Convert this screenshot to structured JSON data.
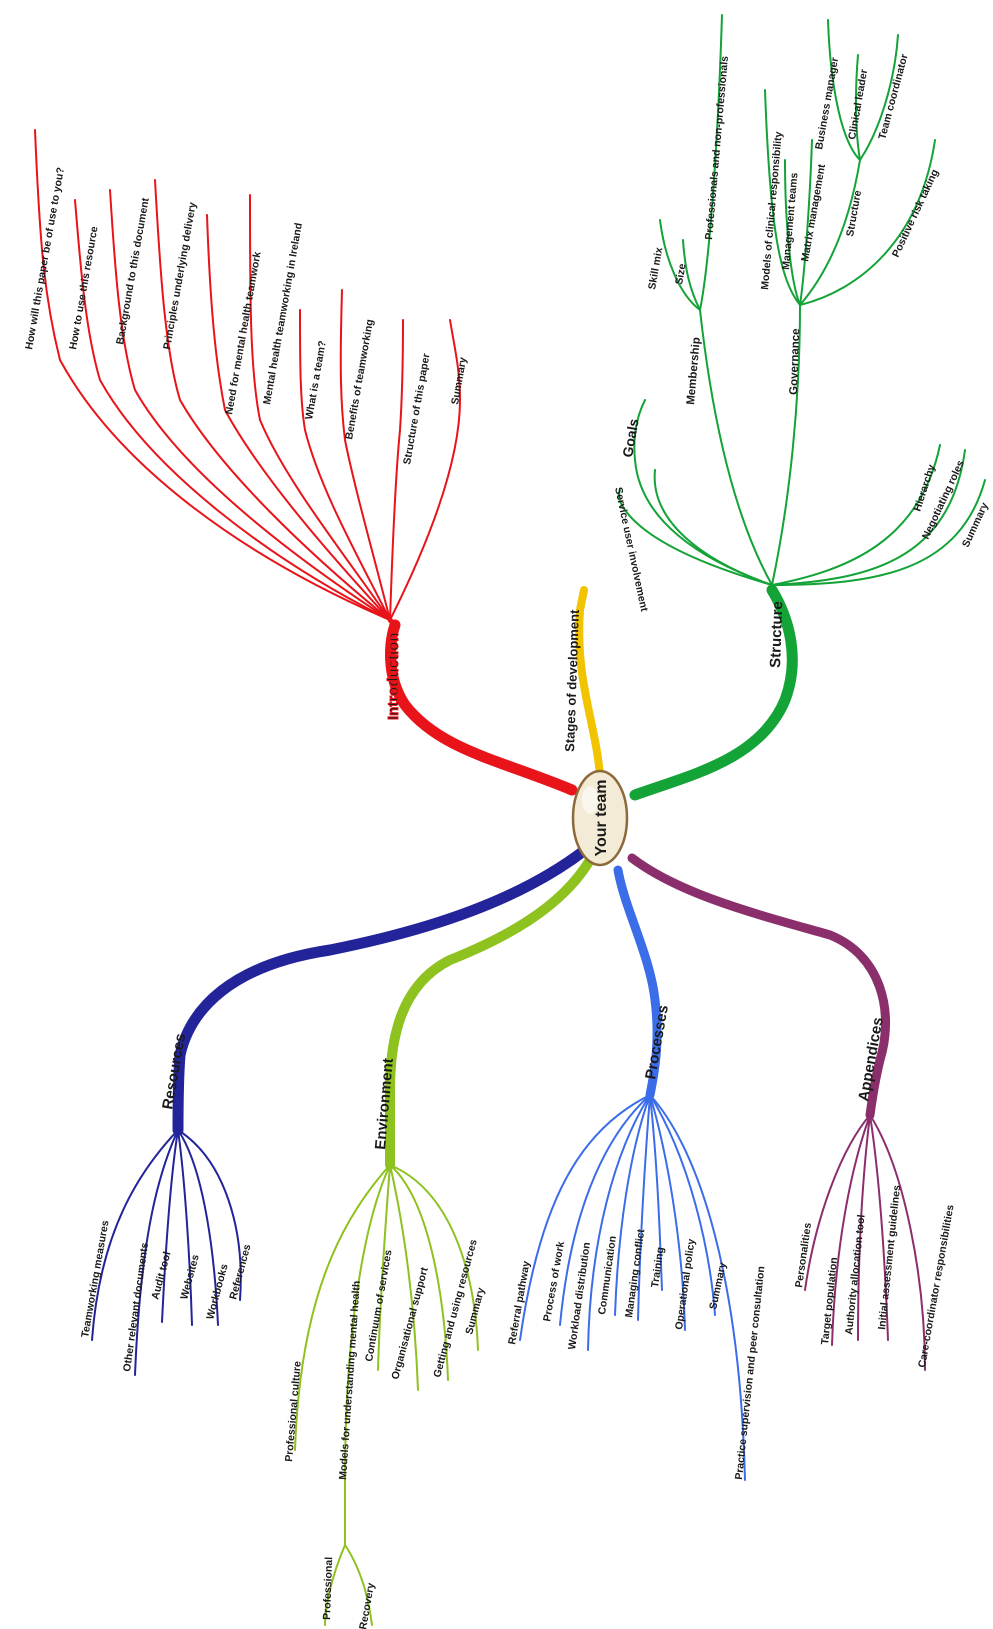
{
  "center": {
    "label": "Your team"
  },
  "branches": {
    "introduction": {
      "label": "Introduction",
      "color": "#e8141a",
      "leaves": [
        "How will this paper be of use to you?",
        "How to use this resource",
        "Background to this document",
        "Principles underlying delivery",
        "Need for mental health teamwork",
        "Mental health teamworking in Ireland",
        "What is a team?",
        "Benefits of teamworking",
        "Structure of this paper",
        "Summary"
      ]
    },
    "stages": {
      "label": "Stages of development",
      "color": "#f2c300"
    },
    "structure": {
      "label": "Structure",
      "color": "#13a337",
      "goals": "Goals",
      "service_user": "Service user involvement",
      "membership": {
        "label": "Membership",
        "leaves": [
          "Skill mix",
          "Size",
          "Professionals and non-professionals"
        ]
      },
      "governance": {
        "label": "Governance",
        "leaves": [
          "Models of clinical responsibility",
          "Management teams",
          "Matrix management",
          "Positive risk taking"
        ],
        "structure_sub": {
          "label": "Structure",
          "leaves": [
            "Business manager",
            "Clinical leader",
            "Team coordinator"
          ]
        }
      },
      "right_leaves": [
        "Hierarchy",
        "Negotiating roles",
        "Summary"
      ]
    },
    "resources": {
      "label": "Resources",
      "color": "#23249a",
      "leaves": [
        "Teamworking measures",
        "Other relevant documents",
        "Audit tool",
        "Websites",
        "Workbooks",
        "References"
      ]
    },
    "environment": {
      "label": "Environment",
      "color": "#8dc21f",
      "leaves": [
        "Professional culture",
        "Models for understanding mental health",
        "Continuum of services",
        "Organisational support",
        "Getting and using resources",
        "Summary"
      ],
      "sub_leaves": [
        "Professional",
        "Recovery"
      ]
    },
    "processes": {
      "label": "Processes",
      "color": "#3b6de8",
      "leaves": [
        "Referral pathway",
        "Process of work",
        "Workload distribution",
        "Communication",
        "Managing conflict",
        "Training",
        "Operational policy",
        "Summary",
        "Practice supervision and peer consultation"
      ]
    },
    "appendices": {
      "label": "Appendices",
      "color": "#8b2f6c",
      "leaves": [
        "Personalities",
        "Target population",
        "Authority allocation tool",
        "Initial assessment guidelines",
        "Care-coordinator responsibilities"
      ]
    }
  }
}
